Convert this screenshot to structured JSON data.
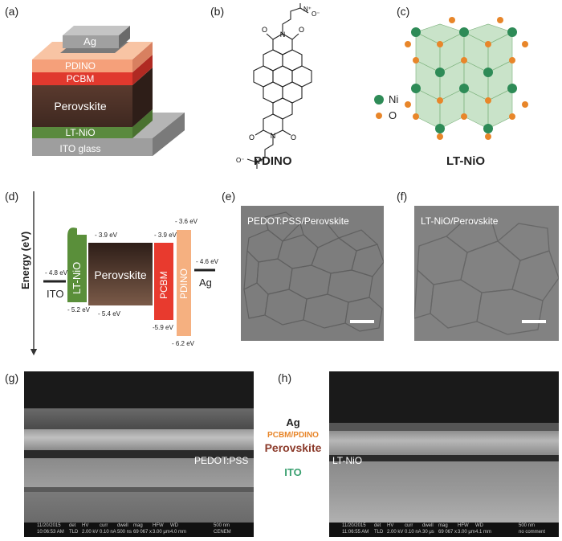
{
  "panels": {
    "a": "(a)",
    "b": "(b)",
    "c": "(c)",
    "d": "(d)",
    "e": "(e)",
    "f": "(f)",
    "g": "(g)",
    "h": "(h)"
  },
  "stack": {
    "layers": [
      "Ag",
      "PDINO",
      "PCBM",
      "Perovskite",
      "LT-NiO",
      "ITO glass"
    ]
  },
  "molecule": {
    "name": "PDINO",
    "atoms": [
      "N",
      "N",
      "N⁺",
      "O⁻",
      "N⁺",
      "O⁻",
      "O",
      "O",
      "O",
      "O"
    ]
  },
  "crystal": {
    "name": "LT-NiO",
    "legend": [
      "Ni",
      "O"
    ],
    "colors": {
      "ni": "#2e8b57",
      "o": "#e8862a",
      "octa": "#9ccc9c"
    }
  },
  "energy": {
    "axis_label": "Energy (eV)",
    "blocks": [
      "LT-NiO",
      "Perovskite",
      "PCBM",
      "PDINO"
    ],
    "electrodes": [
      "ITO",
      "Ag"
    ],
    "levels": [
      "- 4.8 eV",
      "- 5.2 eV",
      "- 3.9 eV",
      "- 5.4 eV",
      "- 3.9 eV",
      "-5.9 eV",
      "- 3.6 eV",
      "- 6.2 eV",
      "- 4.6 eV"
    ],
    "colors": {
      "ltnio": "#5a8f3a",
      "perov_top": "#3a2a20",
      "perov_bottom": "#7a5a48",
      "pcbm": "#e83a2e",
      "pdino": "#f5b080"
    }
  },
  "sem_top": {
    "e_caption": "PEDOT:PSS/Perovskite",
    "f_caption": "LT-NiO/Perovskite"
  },
  "cross_section": {
    "legend": [
      "Ag",
      "PCBM/PDINO",
      "Perovskite",
      "ITO"
    ],
    "legend_colors": [
      "#222222",
      "#e8862a",
      "#8b3a2a",
      "#3aa070"
    ],
    "g_label": "PEDOT:PSS",
    "h_label": "LT-NiO",
    "g_info": [
      "11/20/2015",
      "10:06:53 AM",
      "TLD",
      "2.00 kV",
      "0.10 nA",
      "500 ns",
      "69 067 x",
      "3.00 μm",
      "4.0 mm",
      "500 nm",
      "CENEM"
    ],
    "h_info": [
      "11/20/2015",
      "11:06:55 AM",
      "TLD",
      "2.00 kV",
      "0.10 nA",
      "30 μs",
      "69 067 x",
      "3.00 μm",
      "4.1 mm",
      "500 nm",
      "no comment"
    ],
    "info_headers": [
      "det",
      "HV",
      "curr",
      "dwell",
      "mag",
      "HFW",
      "WD"
    ]
  }
}
